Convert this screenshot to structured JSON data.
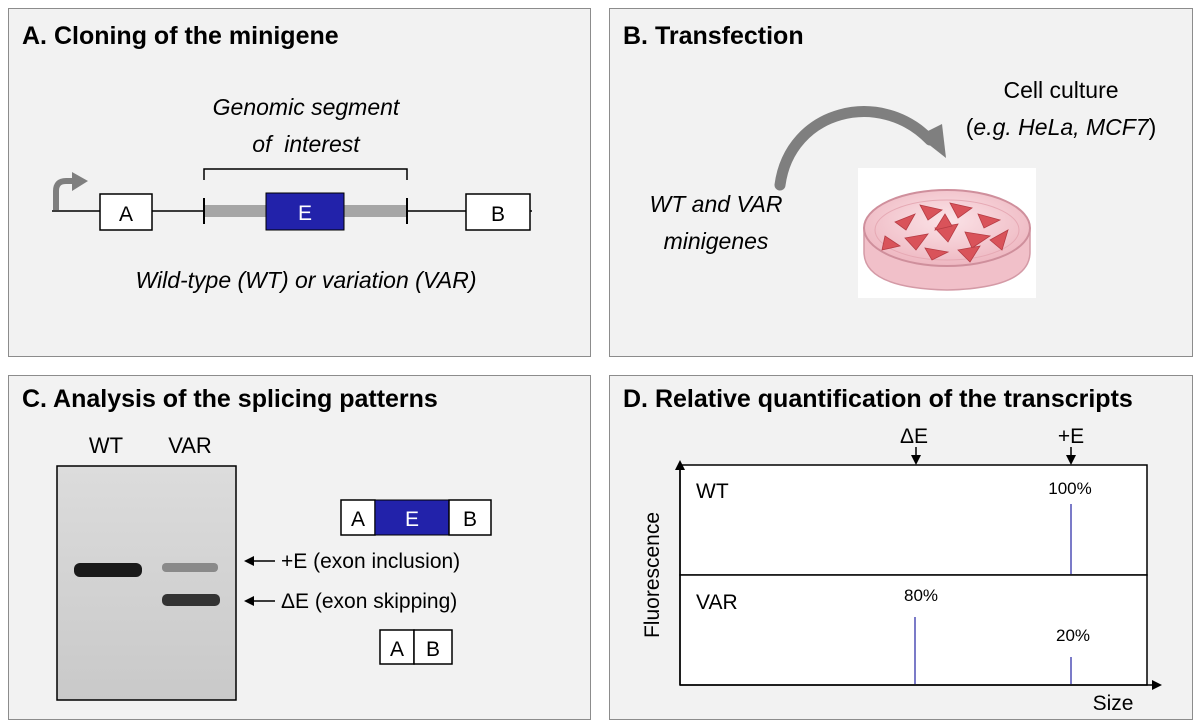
{
  "panel_a": {
    "title": "A. Cloning of the minigene",
    "segment_label_line1": "Genomic segment",
    "segment_label_line2": "of  interest",
    "exon_a": "A",
    "exon_e": "E",
    "exon_b": "B",
    "caption": "Wild-type (WT) or variation (VAR)"
  },
  "panel_b": {
    "title": "B. Transfection",
    "culture_line1": "Cell culture",
    "culture_line2_open": "(",
    "culture_line2_italic": "e.g. HeLa, MCF7",
    "culture_line2_close": ")",
    "minigenes_line1": "WT and VAR",
    "minigenes_line2": "minigenes"
  },
  "panel_c": {
    "title": "C. Analysis of the splicing patterns",
    "lane_wt": "WT",
    "lane_var": "VAR",
    "inclusion_label": "+E (exon inclusion)",
    "skipping_label": "ΔE (exon skipping)",
    "incl_exons": [
      "A",
      "E",
      "B"
    ],
    "skip_exons": [
      "A",
      "B"
    ]
  },
  "panel_d": {
    "title": "D. Relative quantification of the transcripts",
    "peak_delta": "ΔE",
    "peak_plus": "+E",
    "row_wt": "WT",
    "row_var": "VAR",
    "y_label": "Fluorescence",
    "x_label": "Size",
    "wt_plus_pct": "100%",
    "var_delta_pct": "80%",
    "var_plus_pct": "20%"
  },
  "colors": {
    "exon_blue": "#2222aa",
    "panel_bg": "#f2f2f2",
    "panel_border": "#8c8c8c",
    "intron_gray": "#a6a6a6",
    "peak_color": "#7b7bc8",
    "dish_pink": "#f4c7cf",
    "cell_red": "#d9535a"
  }
}
